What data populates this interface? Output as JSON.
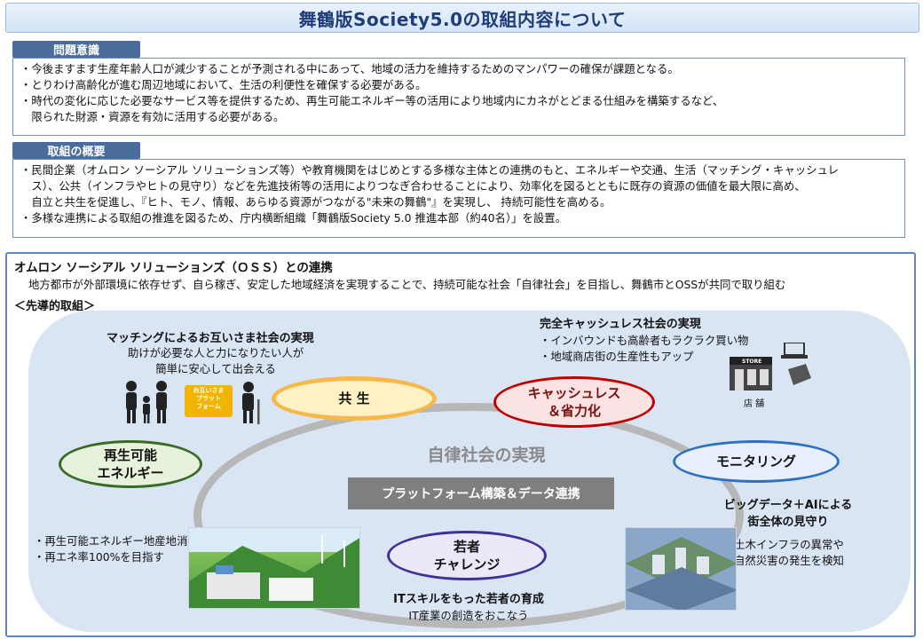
{
  "header": {
    "title": "舞鶴版Society5.0の取組内容について"
  },
  "issues": {
    "label": "問題意識",
    "lines": [
      "・今後ますます生産年齢人口が減少することが予測される中にあって、地域の活力を維持するためのマンパワーの確保が課題となる。",
      "・とりわけ高齢化が進む周辺地域において、生活の利便性を確保する必要がある。",
      "・時代の変化に応じた必要なサービス等を提供するため、再生可能エネルギー等の活用により地域内にカネがとどまる仕組みを構築するなど、",
      "　限られた財源・資源を有効に活用する必要がある。"
    ]
  },
  "overview": {
    "label": "取組の概要",
    "lines": [
      "・民間企業（オムロン ソーシアル ソリューションズ等）や教育機関をはじめとする多様な主体との連携のもと、エネルギーや交通、生活（マッチング・キャッシュレ",
      "　ス）、公共（インフラやヒトの見守り）などを先進技術等の活用によりつなぎ合わせることにより、効率化を図るとともに既存の資源の価値を最大限に高め、",
      "　自立と共生を促進し、『ヒト、モノ、情報、あらゆる資源がつながる\"未来の舞鶴\"』を実現し、 持続可能性を高める。",
      "・多様な連携による取組の推進を図るため、庁内横断組織「舞鶴版Society 5.0 推進本部（約40名）」を設置。"
    ]
  },
  "oss": {
    "heading": "オムロン ソーシアル ソリューションズ（ＯＳＳ）との連携",
    "description": "地方都市が外部環境に依存せず、自ら稼ぎ、安定した地域経済を実現することで、持続可能な社会「自律社会」を目指し、舞鶴市とOSSが共同で取り組む",
    "leading_label": "＜先導的取組＞",
    "center_title": "自律社会の実現",
    "platform_label": "プラットフォーム構築＆データ連携",
    "nodes": {
      "kyosei": "共 生",
      "cashless": [
        "キャッシュレス",
        "＆省力化"
      ],
      "energy": [
        "再生可能",
        "エネルギー"
      ],
      "monitoring": "モニタリング",
      "youth": [
        "若者",
        "チャレンジ"
      ]
    },
    "matching": {
      "title": "マッチングによるお互いさま社会の実現",
      "desc": [
        "助けが必要な人と力になりたい人が",
        "簡単に安心して出会える"
      ],
      "platform_sign": [
        "お互いさま",
        "プラット",
        "フォーム"
      ]
    },
    "cashless_info": {
      "title": "完全キャッシュレス社会の実現",
      "items": [
        "・インバウンドも高齢者もラクラク買い物",
        "・地域商店街の生産性もアップ"
      ],
      "store_sign": "STORE",
      "store_caption": "店 舗"
    },
    "energy_info": {
      "items": [
        "・再生可能エネルギー地産地消",
        "・再エネ率100%を目指す"
      ]
    },
    "monitoring_info": {
      "title": [
        "ビッグデータ＋AIによる",
        "街全体の見守り"
      ],
      "desc": [
        "土木インフラの異常や",
        "自然災害の発生を検知"
      ]
    },
    "youth_info": {
      "title": "ITスキルをもった若者の育成",
      "desc": "IT産業の創造をおこなう"
    }
  },
  "colors": {
    "title_text": "#1f3d7a",
    "label_bg": "#4a6c9b",
    "blob_bg": "#dae5f4",
    "kyosei_border": "#f5b84a",
    "cashless_border": "#c00000",
    "energy_border": "#3a6b26",
    "monitor_border": "#2f6fc0",
    "youth_border": "#3c3398"
  }
}
